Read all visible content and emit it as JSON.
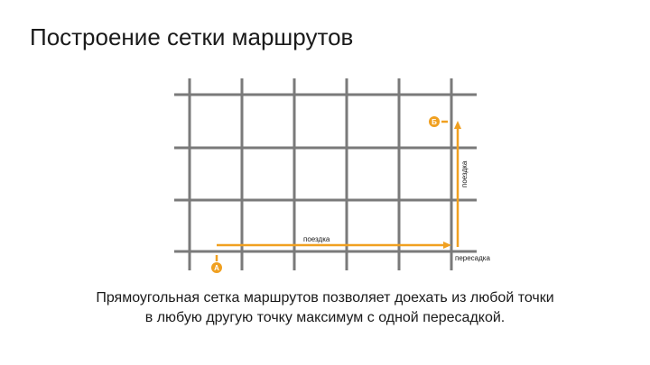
{
  "slide": {
    "title": "Построение сетки маршрутов",
    "caption_line1": "Прямоугольная сетка маршрутов позволяет доехать из любой точки",
    "caption_line2": "в любую другую точку максимум с одной пересадкой."
  },
  "diagram": {
    "label_ride_horizontal": "поездка",
    "label_ride_vertical": "поездка",
    "label_transfer": "пересадка",
    "point_a": "A",
    "point_b": "Б"
  },
  "colors": {
    "grid": "#7a7a7a",
    "route": "#f0a020",
    "text": "#1a1a1a"
  }
}
